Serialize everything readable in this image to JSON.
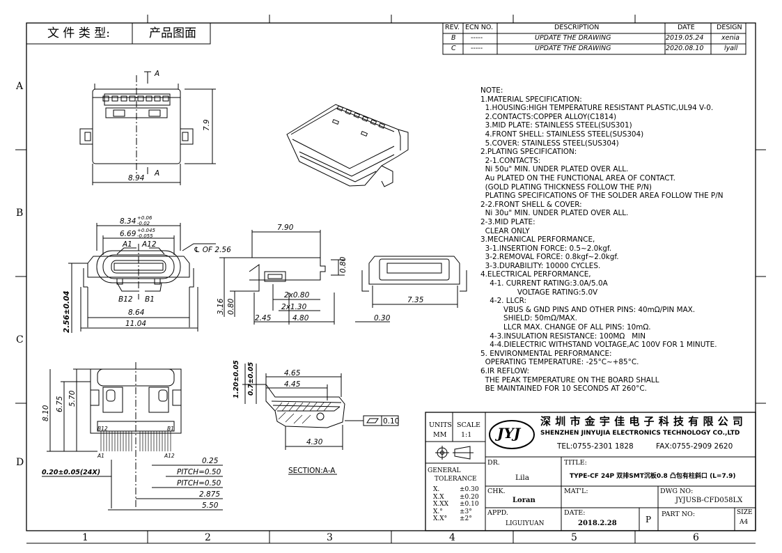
{
  "file_type": {
    "label": "文 件 类 型:",
    "value": "产品图面"
  },
  "revisions": {
    "headers": [
      "REV.",
      "ECN NO.",
      "DESCRIPTION",
      "DATE",
      "DESIGN"
    ],
    "rows": [
      {
        "rev": "B",
        "ecn": "-----",
        "desc": "UPDATE THE DRAWING",
        "date": "2019.05.24",
        "design": "xenia"
      },
      {
        "rev": "C",
        "ecn": "-----",
        "desc": "UPDATE THE DRAWING",
        "date": "2020.08.10",
        "design": "lyall"
      }
    ]
  },
  "grid": {
    "cols": [
      "1",
      "2",
      "3",
      "4",
      "5",
      "6"
    ],
    "rows": [
      "A",
      "B",
      "C",
      "D"
    ]
  },
  "notes": [
    "NOTE:",
    "1.MATERIAL SPECIFICATION:",
    "  1.HOUSING:HIGH TEMPERATURE RESISTANT PLASTIC,UL94 V-0.",
    "  2.CONTACTS:COPPER ALLOY(C1814)",
    "  3.MID PLATE: STAINLESS STEEL(SUS301)",
    "  4.FRONT SHELL: STAINLESS STEEL(SUS304)",
    "  5.COVER: STAINLESS STEEL(SUS304)",
    "2.PLATING SPECIFICATION:",
    "  2-1.CONTACTS:",
    "  Ni 50u\" MIN. UNDER PLATED OVER ALL.",
    "  Au PLATED ON THE FUNCTIONAL AREA OF CONTACT.",
    "  (GOLD PLATING THICKNESS FOLLOW THE P/N)",
    "  PLATING SPECIFICATIONS OF THE SOLDER AREA FOLLOW THE P/N",
    "2-2.FRONT SHELL & COVER:",
    "  Ni 30u\" MIN. UNDER PLATED OVER ALL.",
    "2-3.MID PLATE:",
    "  CLEAR ONLY",
    "3.MECHANICAL PERFORMANCE,",
    "  3-1.INSERTION FORCE: 0.5~2.0kgf.",
    "  3-2.REMOVAL FORCE: 0.8kgf~2.0kgf.",
    "  3-3.DURABILITY: 10000 CYCLES.",
    "4.ELECTRICAL PERFORMANCE,",
    "    4-1. CURRENT RATING:3.0A/5.0A",
    "                VOLTAGE RATING:5.0V",
    "    4-2. LLCR:",
    "          VBUS & GND PINS AND OTHER PINS: 40mΩ/PIN MAX.",
    "          SHIELD: 50mΩ/MAX.",
    "          LLCR MAX. CHANGE OF ALL PINS: 10mΩ.",
    "    4-3.INSULATION RESISTANCE: 100MΩ   MIN",
    "    4-4.DIELECTRIC WITHSTAND VOLTAGE,AC 100V FOR 1 MINUTE.",
    "5. ENVIRONMENTAL PERFORMANCE:",
    "  OPERATING TEMPERATURE: -25°C~+85°C.",
    "6.IR REFLOW:",
    "  THE PEAK TEMPERATURE ON THE BOARD SHALL",
    "  BE MAINTAINED FOR 10 SECONDS AT 260°C."
  ],
  "dims": {
    "section_a": "A",
    "top_height": "7.9",
    "top_width": "8.94",
    "front_w1": "8.34",
    "front_w1_tol_hi": "+0.06",
    "front_w1_tol_lo": "-0.02",
    "front_w2": "6.69",
    "front_w2_tol_hi": "+0.045",
    "front_w2_tol_lo": "-0.055",
    "a1": "A1",
    "a12": "A12",
    "b12": "B12",
    "b1": "B1",
    "centerline": "℄ OF 2.56",
    "front_h": "2.56±0.04",
    "front_w3": "8.64",
    "front_w4": "11.04",
    "side_len": "7.90",
    "side_h1": "0.80",
    "side_2x080": "2x0.80",
    "side_2x130": "2x1.30",
    "side_316": "3.16",
    "side_080b": "0.80",
    "side_245": "2.45",
    "side_480": "4.80",
    "side_030": "0.30",
    "rear_w": "7.35",
    "bot_810": "8.10",
    "bot_675": "6.75",
    "bot_570": "5.70",
    "bot_pin_a1": "A1",
    "bot_pin_a12": "A12",
    "bot_pin_b1": "B1",
    "bot_pin_b12": "B12",
    "bot_025": "0.25",
    "bot_pitch1": "PITCH=0.50",
    "bot_pitch2": "PITCH=0.50",
    "bot_2875": "2.875",
    "bot_550": "5.50",
    "bot_020": "0.20±0.05(24X)",
    "sec_120": "1.20±0.05",
    "sec_07": "0.7±0.05",
    "sec_465": "4.65",
    "sec_445": "4.45",
    "sec_430": "4.30",
    "sec_flat": "0.10",
    "section_label": "SECTION:A-A"
  },
  "title_block": {
    "units_label": "UNITS",
    "units_value": "MM",
    "scale_label": "SCALE",
    "scale_value": "1:1",
    "company_cn": "深 圳 市 金 宇 佳 电 子 科 技 有 限 公 司",
    "company_en": "SHENZHEN JINYUJIA ELECTRONICS TECHNOLOGY CO.,LTD",
    "tel": "TEL:0755-2301 1828",
    "fax": "FAX:0755-2909 2620",
    "logo": "JYJ",
    "general_tol": "GENERAL",
    "tolerance": "TOLERANCE",
    "tol_rows": [
      {
        "k": "X.",
        "v": "±0.30"
      },
      {
        "k": "X.X",
        "v": "±0.20"
      },
      {
        "k": "X.XX",
        "v": "±0.10"
      },
      {
        "k": "X.°",
        "v": "±3°"
      },
      {
        "k": "X.X°",
        "v": "±2°"
      }
    ],
    "dr_label": "DR.",
    "dr_value": "Lila",
    "title_label": "TITLE:",
    "title_value": "TYPE-CF 24P 双排SMT沉板0.8 凸包有柱斜口 (L=7.9)",
    "chk_label": "CHK.",
    "chk_value": "Loran",
    "matl_label": "MAT'L:",
    "dwg_label": "DWG NO:",
    "dwg_value": "JYJUSB-CFD058LX",
    "appd_label": "APPD.",
    "appd_value": "LIGUIYUAN",
    "date_label": "DATE:",
    "date_value": "2018.2.28",
    "p_value": "P",
    "partno_label": "PART NO:",
    "size_label": "SIZE",
    "size_value": "A4"
  }
}
